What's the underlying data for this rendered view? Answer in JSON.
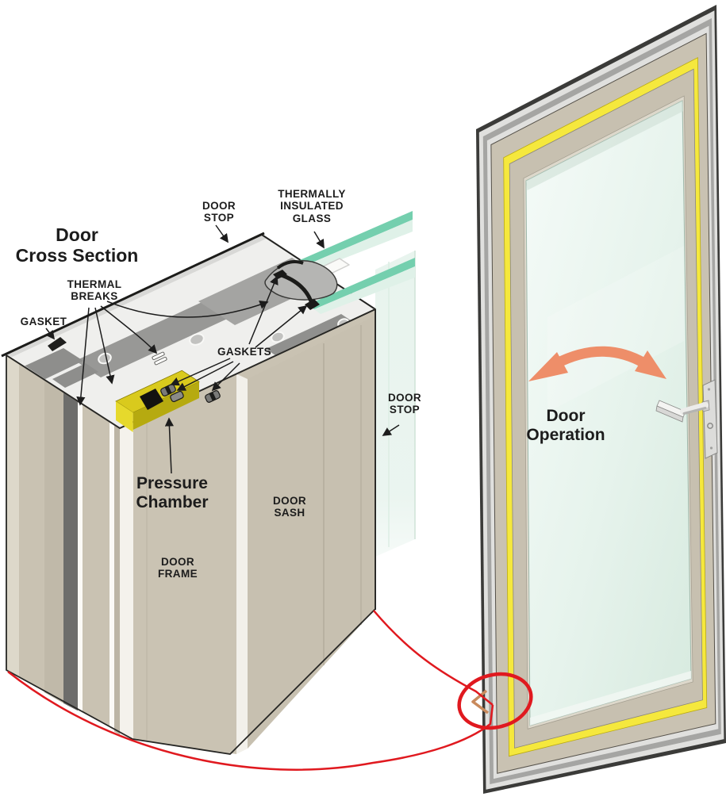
{
  "title": "Door\nCross Section",
  "cross_section": {
    "labels": {
      "door_stop_top": "DOOR\nSTOP",
      "thermally_insulated_glass": "THERMALLY\nINSULATED\nGLASS",
      "thermal_breaks": "THERMAL\nBREAKS",
      "gasket": "GASKET",
      "gaskets": "GASKETS",
      "pressure_chamber": "Pressure\nChamber",
      "door_sash": "DOOR\nSASH",
      "door_frame": "DOOR\nFRAME",
      "door_stop_right": "DOOR\nSTOP"
    }
  },
  "door": {
    "label_operation": "Door\nOperation"
  },
  "colors": {
    "frame_tan": "#c8c1b1",
    "seal_yellow": "#f5e83d",
    "pressure_chamber_yellow": "#d9ca1d",
    "glass_edge_teal": "#74cfae",
    "glass_pale": "#e9f4ee",
    "aluminum_white": "#efefed",
    "cavity_gray": "#90908e",
    "swing_arrow_orange": "#ee8e69",
    "highlight_red": "#e0191f",
    "label_black": "#1c1c1c"
  }
}
